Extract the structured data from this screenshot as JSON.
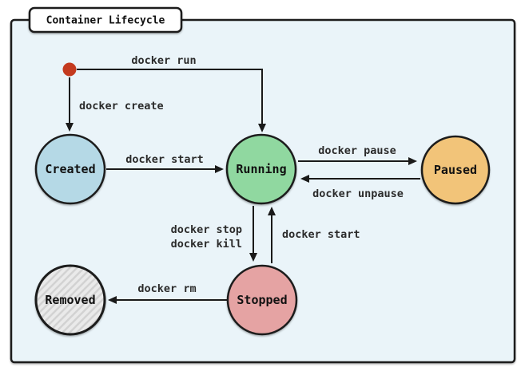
{
  "title": "Container Lifecycle",
  "colors": {
    "background": "#eaf4f9",
    "stroke": "#1a1a1a",
    "initial_dot": "#c43a1f",
    "hatch": "#d2d2d2"
  },
  "nodes": [
    {
      "id": "created",
      "label": "Created",
      "fill": "#b5d9e6"
    },
    {
      "id": "running",
      "label": "Running",
      "fill": "#90d8a0"
    },
    {
      "id": "paused",
      "label": "Paused",
      "fill": "#f2c479"
    },
    {
      "id": "stopped",
      "label": "Stopped",
      "fill": "#e5a3a3"
    },
    {
      "id": "removed",
      "label": "Removed",
      "fill": "#eaeaea"
    }
  ],
  "edges": {
    "run": {
      "from": "initial",
      "to": "running",
      "label": "docker run"
    },
    "create": {
      "from": "initial",
      "to": "created",
      "label": "docker create"
    },
    "start": {
      "from": "created",
      "to": "running",
      "label": "docker start"
    },
    "pause": {
      "from": "running",
      "to": "paused",
      "label": "docker pause"
    },
    "unpause": {
      "from": "paused",
      "to": "running",
      "label": "docker unpause"
    },
    "stop": {
      "from": "running",
      "to": "stopped",
      "label_line1": "docker stop",
      "label_line2": "docker kill"
    },
    "restart": {
      "from": "stopped",
      "to": "running",
      "label": "docker start"
    },
    "rm": {
      "from": "stopped",
      "to": "removed",
      "label": "docker rm"
    }
  }
}
